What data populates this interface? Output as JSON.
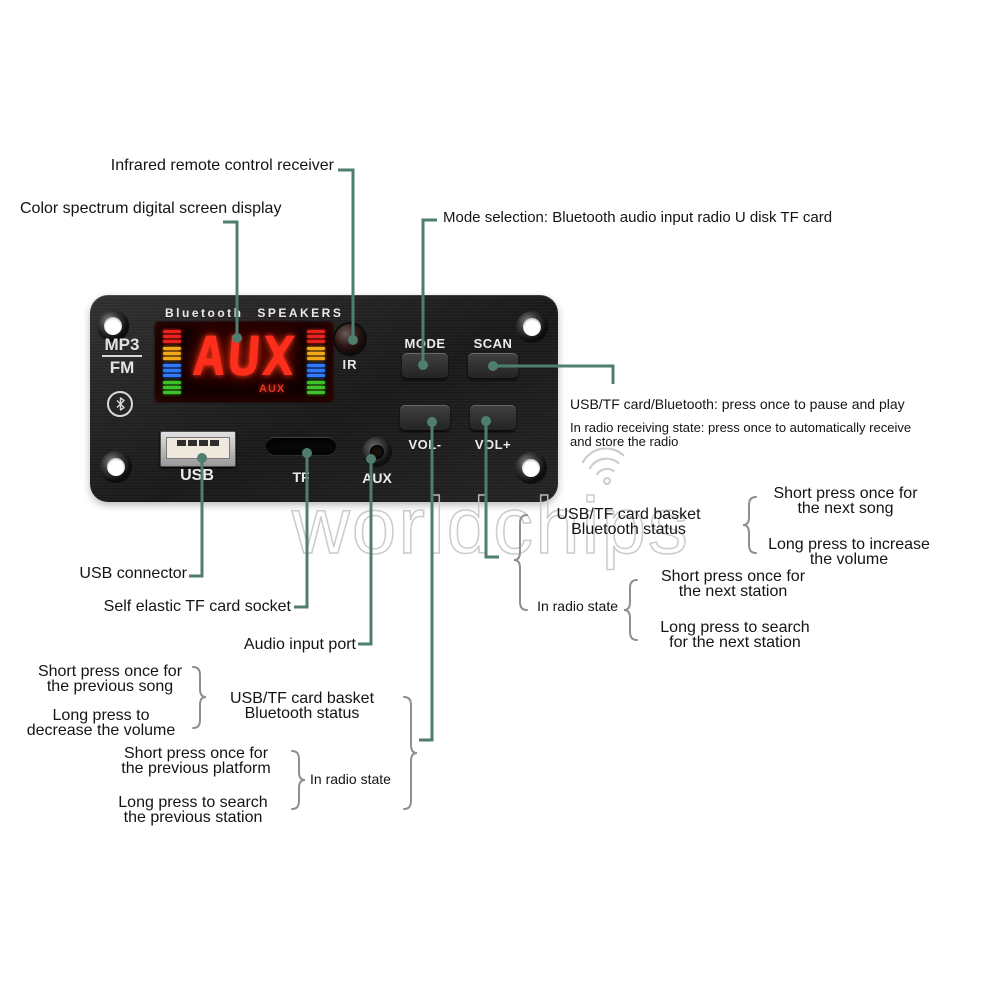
{
  "colors": {
    "callout_line": "#4f7e6f",
    "brace": "#8f8f8f",
    "display_red": "#ff2d1c",
    "spectrum_red": "#e8231d",
    "spectrum_orange": "#f2a91c",
    "spectrum_blue": "#2f7bff",
    "spectrum_green": "#3ec32b",
    "watermark_gray": "#c6c6c6"
  },
  "watermark": {
    "text": "worldchips"
  },
  "board": {
    "title": "Bluetooth SPEAKERS",
    "mode_badge": {
      "mp3": "MP3",
      "fm": "FM"
    },
    "display": {
      "value": "AUX",
      "source_label": "AUX"
    },
    "ir_label": "IR",
    "buttons": {
      "mode": "MODE",
      "scan": "SCAN",
      "vol_down": "VOL-",
      "vol_up": "VOL+"
    },
    "ports": {
      "usb": "USB",
      "tf": "TF",
      "aux": "AUX"
    }
  },
  "callouts": {
    "ir": "Infrared remote control receiver",
    "display": "Color spectrum digital screen display",
    "mode": "Mode selection: Bluetooth audio input radio U disk TF card",
    "scan_line1": "USB/TF card/Bluetooth: press once to pause and play",
    "scan_line2": "In radio receiving state: press once to automatically receive",
    "scan_line3": "and store the radio",
    "usb": "USB connector",
    "tf": "Self elastic TF card socket",
    "aux": "Audio input port",
    "vol_up": {
      "state_usb_line1": "USB/TF card basket",
      "state_usb_line2": "Bluetooth status",
      "short_line1": "Short press once for",
      "short_line2": "the next song",
      "long_line1": "Long press to increase",
      "long_line2": "the volume",
      "state_radio": "In radio state",
      "radio_short_line1": "Short press once for",
      "radio_short_line2": "the next station",
      "radio_long_line1": "Long press to search",
      "radio_long_line2": "for the next station"
    },
    "vol_down": {
      "short_line1": "Short press once for",
      "short_line2": "the previous song",
      "long_line1": "Long press to",
      "long_line2": "decrease the volume",
      "state_usb_line1": "USB/TF card basket",
      "state_usb_line2": "Bluetooth status",
      "radio_short_line1": "Short press once for",
      "radio_short_line2": "the previous platform",
      "state_radio": "In radio state",
      "radio_long_line1": "Long press to search",
      "radio_long_line2": "the previous station"
    }
  }
}
